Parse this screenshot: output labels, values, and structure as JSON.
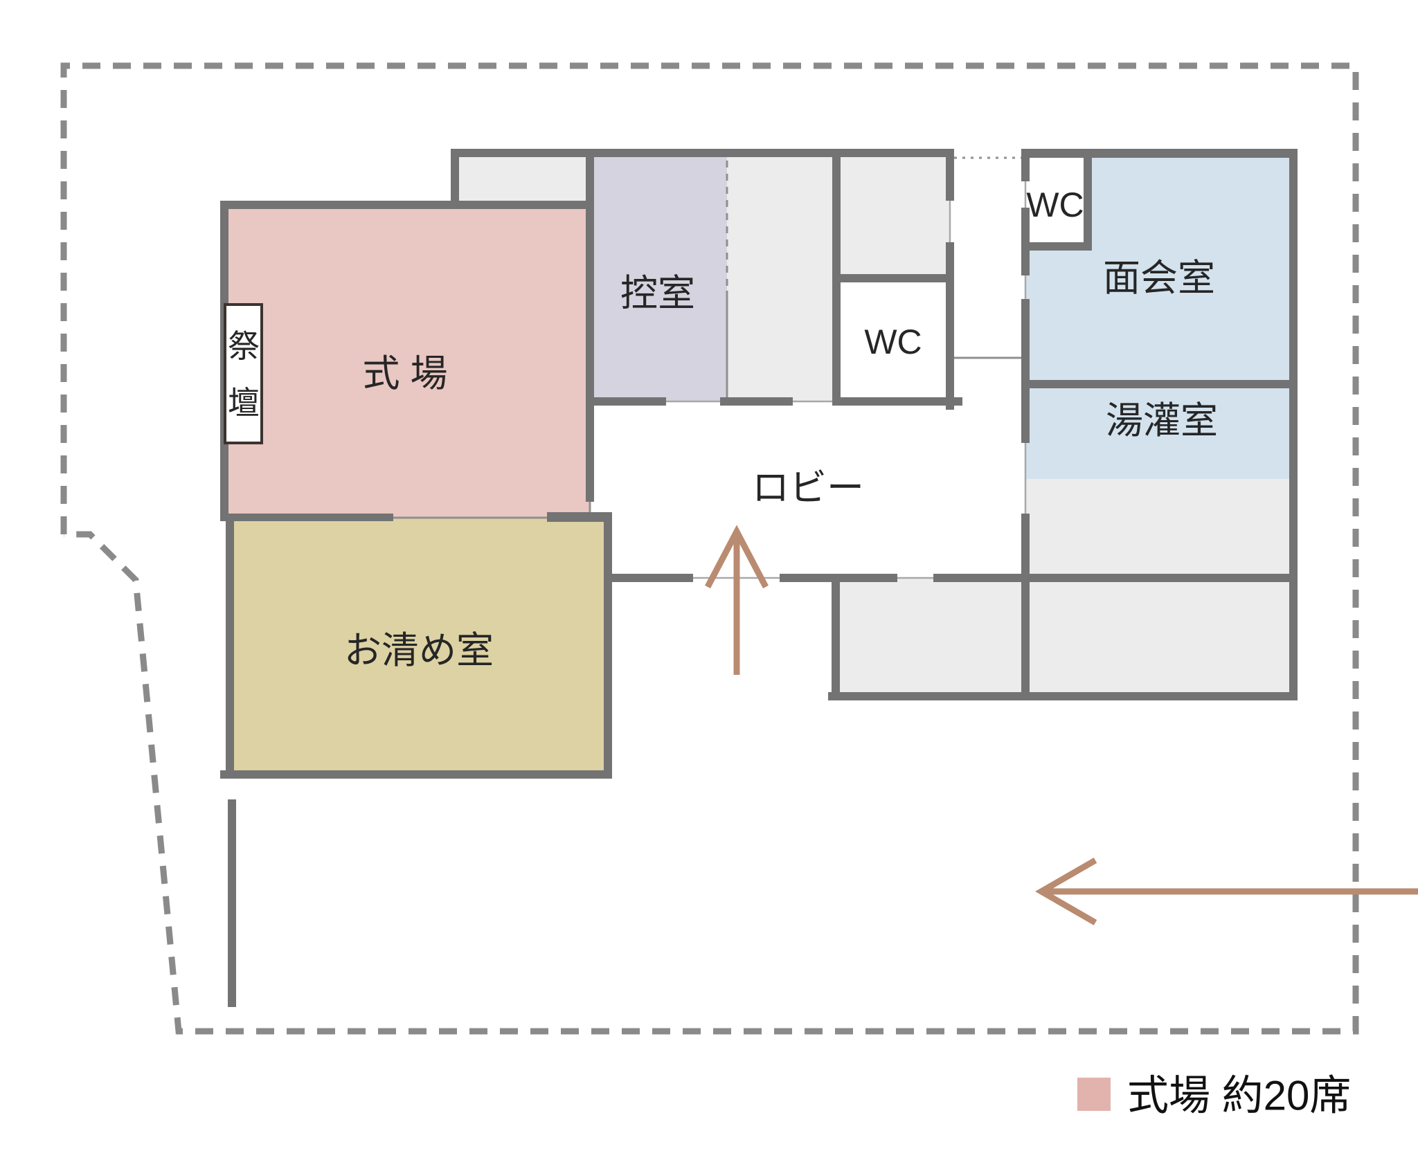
{
  "plan": {
    "rooms": {
      "shikijo": {
        "label": "式 場"
      },
      "okiyome": {
        "label": "お清め室"
      },
      "hikae": {
        "label": "控室"
      },
      "lobby": {
        "label": "ロビー"
      },
      "menkai": {
        "label": "面会室"
      },
      "yukan": {
        "label": "湯灌室"
      },
      "wc_center": {
        "label": "WC"
      },
      "wc_right": {
        "label": "WC"
      }
    },
    "altar": {
      "label": "祭壇",
      "char1": "祭",
      "char2": "壇"
    },
    "legend": {
      "label": "式場 約20席"
    }
  },
  "colors": {
    "wall": "#737373",
    "boundary": "#8a8a8a",
    "thin_line": "#8f8f8f",
    "door_line": "#a8a8a8",
    "arrow": "#b98b70",
    "text": "#262626",
    "legend_text": "#111111",
    "room_shikijo": "#e9c7c2",
    "room_okiyome": "#dcd2a4",
    "room_hikae": "#d5d3df",
    "room_blue": "#d3e2ed",
    "room_gray": "#ececec",
    "room_white": "#ffffff",
    "altar_border": "#3b332f",
    "legend_swatch": "#e2b2ac"
  }
}
